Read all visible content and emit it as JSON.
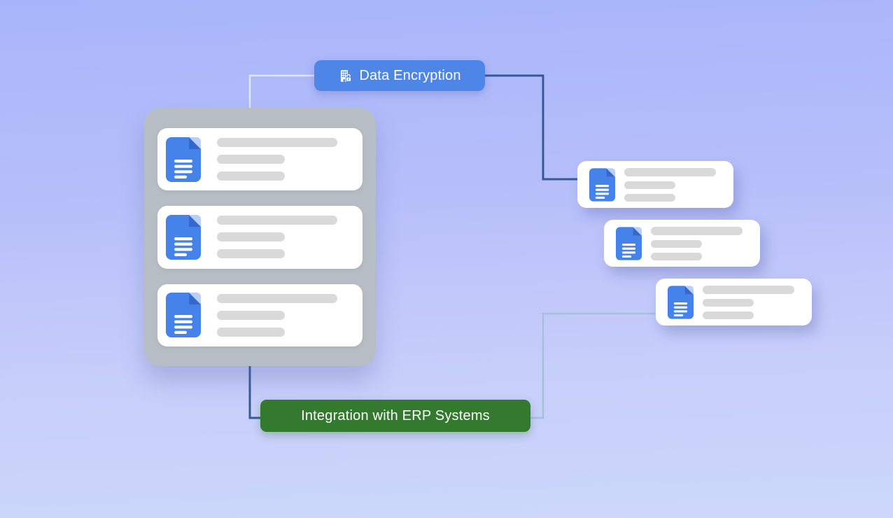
{
  "canvas": {
    "background_top": "#a9b6fa",
    "background_bottom": "#ccd8fb"
  },
  "nodes": {
    "encryption": {
      "label": "Data Encryption",
      "bg_color": "#4e86e8",
      "text_color": "#ffffff",
      "icon": "building-lock-icon"
    },
    "erp": {
      "label": "Integration with ERP Systems",
      "bg_color": "#347a2e",
      "text_color": "#ffffff"
    }
  },
  "panel": {
    "bg_color": "#b7bdc5",
    "card_count": 3,
    "card_icon": "document-icon",
    "bars_per_card": 3
  },
  "floating_cards": {
    "count": 3,
    "card_icon": "document-icon",
    "bars_per_card": 3
  },
  "doc_icon_colors": {
    "body": "#4583ea",
    "fold_light": "#b9cffa",
    "fold_dark": "#3568cf",
    "lines": "#ffffff"
  },
  "placeholder_bar_color": "#d9d9d9",
  "connector_colors": {
    "panel_to_encryption": "#dde8fa",
    "encryption_to_card": "#355a96",
    "panel_to_erp": "#355a96",
    "erp_to_card": "#a8bedb"
  }
}
